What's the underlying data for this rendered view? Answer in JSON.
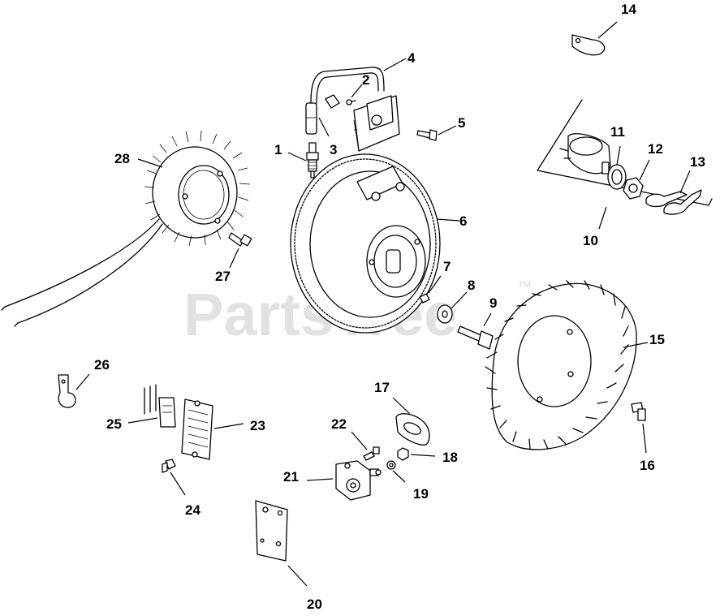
{
  "watermark": {
    "text": "PartsTree",
    "trademark": "TM",
    "color": "#e1e1e1"
  },
  "callouts": {
    "c1": "1",
    "c2": "2",
    "c3": "3",
    "c4": "4",
    "c5": "5",
    "c6": "6",
    "c7": "7",
    "c8": "8",
    "c9": "9",
    "c10": "10",
    "c11": "11",
    "c12": "12",
    "c13": "13",
    "c14": "14",
    "c15": "15",
    "c16": "16",
    "c17": "17",
    "c18": "18",
    "c19": "19",
    "c20": "20",
    "c21": "21",
    "c22": "22",
    "c23": "23",
    "c24": "24",
    "c25": "25",
    "c26": "26",
    "c27": "27",
    "c28": "28"
  },
  "parts": [
    {
      "number": "1",
      "part": "spark-plug"
    },
    {
      "number": "2",
      "part": "screw"
    },
    {
      "number": "3",
      "part": "spark-plug-boot"
    },
    {
      "number": "4",
      "part": "ignition-module"
    },
    {
      "number": "5",
      "part": "screw"
    },
    {
      "number": "6",
      "part": "flywheel"
    },
    {
      "number": "7",
      "part": "key"
    },
    {
      "number": "8",
      "part": "washer"
    },
    {
      "number": "9",
      "part": "bolt"
    },
    {
      "number": "10",
      "part": "key-switch-assembly"
    },
    {
      "number": "11",
      "part": "lock-washer"
    },
    {
      "number": "12",
      "part": "nut"
    },
    {
      "number": "13",
      "part": "keys"
    },
    {
      "number": "14",
      "part": "clip"
    },
    {
      "number": "15",
      "part": "fan"
    },
    {
      "number": "16",
      "part": "screw"
    },
    {
      "number": "17",
      "part": "cover"
    },
    {
      "number": "18",
      "part": "nut"
    },
    {
      "number": "19",
      "part": "washer"
    },
    {
      "number": "20",
      "part": "plate"
    },
    {
      "number": "21",
      "part": "solenoid"
    },
    {
      "number": "22",
      "part": "screw"
    },
    {
      "number": "23",
      "part": "rectifier-regulator"
    },
    {
      "number": "24",
      "part": "screw"
    },
    {
      "number": "25",
      "part": "connector"
    },
    {
      "number": "26",
      "part": "clip"
    },
    {
      "number": "27",
      "part": "screw"
    },
    {
      "number": "28",
      "part": "stator"
    }
  ]
}
